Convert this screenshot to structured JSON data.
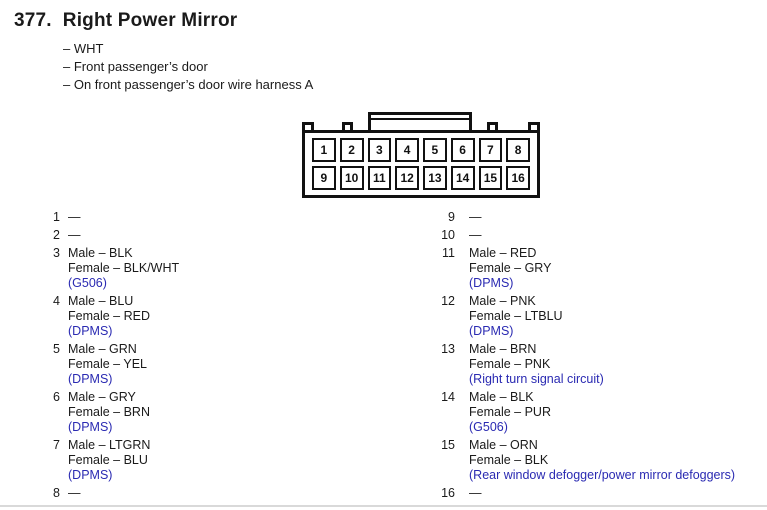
{
  "colors": {
    "reference_blue": "#2a2ab2",
    "text_black": "#1a1a1a"
  },
  "heading": {
    "number": "377.",
    "title": "Right Power Mirror"
  },
  "notes": [
    "– WHT",
    "– Front passenger’s door",
    "– On front passenger’s door wire harness A"
  ],
  "connector": {
    "pins": [
      "1",
      "2",
      "3",
      "4",
      "5",
      "6",
      "7",
      "8",
      "9",
      "10",
      "11",
      "12",
      "13",
      "14",
      "15",
      "16"
    ]
  },
  "pins": {
    "left": [
      {
        "num": "1",
        "dash": "—"
      },
      {
        "num": "2",
        "dash": "—"
      },
      {
        "num": "3",
        "male": "Male – BLK",
        "female": "Female – BLK/WHT",
        "ref": "(G506)"
      },
      {
        "num": "4",
        "male": "Male – BLU",
        "female": "Female – RED",
        "ref": "(DPMS)"
      },
      {
        "num": "5",
        "male": "Male – GRN",
        "female": "Female – YEL",
        "ref": "(DPMS)"
      },
      {
        "num": "6",
        "male": "Male – GRY",
        "female": "Female – BRN",
        "ref": "(DPMS)"
      },
      {
        "num": "7",
        "male": "Male – LTGRN",
        "female": "Female – BLU",
        "ref": "(DPMS)"
      },
      {
        "num": "8",
        "dash": "—"
      }
    ],
    "right": [
      {
        "num": "9",
        "dash": "—"
      },
      {
        "num": "10",
        "dash": "—"
      },
      {
        "num": "11",
        "male": "Male – RED",
        "female": "Female – GRY",
        "ref": "(DPMS)"
      },
      {
        "num": "12",
        "male": "Male – PNK",
        "female": "Female – LTBLU",
        "ref": "(DPMS)"
      },
      {
        "num": "13",
        "male": "Male – BRN",
        "female": "Female – PNK",
        "ref": "(Right turn signal circuit)"
      },
      {
        "num": "14",
        "male": "Male – BLK",
        "female": "Female – PUR",
        "ref": "(G506)"
      },
      {
        "num": "15",
        "male": "Male – ORN",
        "female": "Female – BLK",
        "ref": "(Rear window defogger/power mirror defoggers)"
      },
      {
        "num": "16",
        "dash": "—"
      }
    ]
  }
}
